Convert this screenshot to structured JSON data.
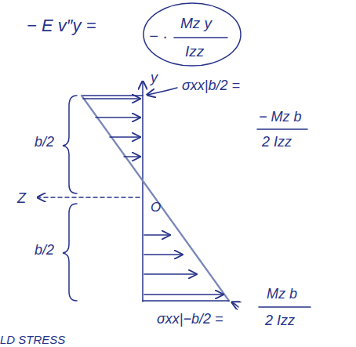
{
  "diagram": {
    "labels": [
      "− E v″y =",
      "− ·",
      "Mz y",
      "Izz",
      "y",
      "b/2",
      "Z",
      "O",
      "b/2",
      "σxx|b/2 =",
      "− Mz b",
      "2 Izz",
      "σxx|−b/2 =",
      "Mz b",
      "2 Izz",
      "LD STRESS"
    ]
  }
}
